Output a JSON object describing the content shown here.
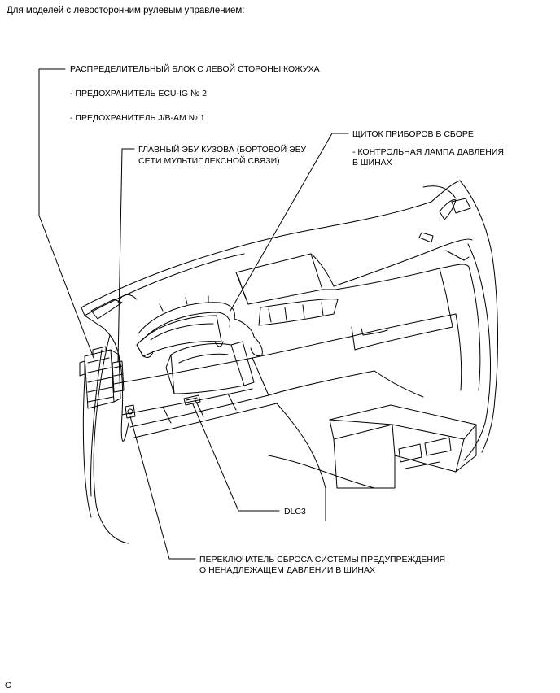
{
  "header": "Для моделей с левосторонним рулевым управлением:",
  "labels": {
    "junction_block": "РАСПРЕДЕЛИТЕЛЬНЫЙ БЛОК С ЛЕВОЙ СТОРОНЫ КОЖУХА",
    "fuse_ecu_ig": "- ПРЕДОХРАНИТЕЛЬ ECU-IG № 2",
    "fuse_jb_am": "- ПРЕДОХРАНИТЕЛЬ J/B-AM № 1",
    "main_body_ecu_1": "ГЛАВНЫЙ ЭБУ КУЗОВА (БОРТОВОЙ ЭБУ",
    "main_body_ecu_2": "СЕТИ МУЛЬТИПЛЕКСНОЙ СВЯЗИ)",
    "combination_meter": "ЩИТОК ПРИБОРОВ В СБОРЕ",
    "tire_lamp_1": "- КОНТРОЛЬНАЯ ЛАМПА ДАВЛЕНИЯ",
    "tire_lamp_2": "В ШИНАХ",
    "dlc3": "DLC3",
    "reset_switch_1": "ПЕРЕКЛЮЧАТЕЛЬ СБРОСА СИСТЕМЫ ПРЕДУПРЕЖДЕНИЯ",
    "reset_switch_2": "О НЕНАДЛЕЖАЩЕМ ДАВЛЕНИИ В ШИНАХ"
  },
  "figure_code": "O"
}
